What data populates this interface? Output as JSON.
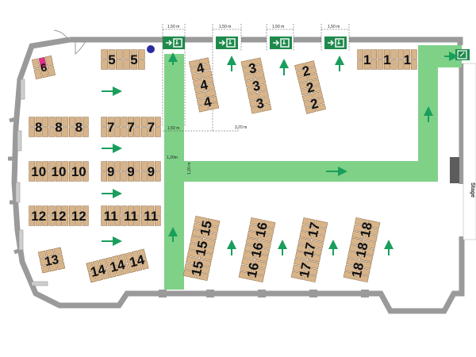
{
  "floor_plan": {
    "stage_label": "Stage",
    "dimensions": {
      "top_1": "1,50 m",
      "top_2": "1,50 m",
      "top_3": "1,50 m",
      "top_4": "1,50 m",
      "aisle_width_a": "1,50 m",
      "aisle_width_b": "1,20m",
      "aisle_width_c": "1,20 m",
      "gap": "2,70 m"
    },
    "tables": [
      {
        "id": "t1",
        "label": "1",
        "digits": [
          "1",
          "1",
          "1"
        ]
      },
      {
        "id": "t2",
        "label": "2",
        "digits": [
          "2",
          "2",
          "2"
        ]
      },
      {
        "id": "t3",
        "label": "3",
        "digits": [
          "3",
          "3",
          "3"
        ]
      },
      {
        "id": "t4",
        "label": "4",
        "digits": [
          "4",
          "4",
          "4"
        ]
      },
      {
        "id": "t5",
        "label": "5",
        "digits": [
          "5",
          "5"
        ]
      },
      {
        "id": "t6",
        "label": "6",
        "digits": [
          "6"
        ]
      },
      {
        "id": "t7",
        "label": "7",
        "digits": [
          "7",
          "7",
          "7"
        ]
      },
      {
        "id": "t8",
        "label": "8",
        "digits": [
          "8",
          "8",
          "8"
        ]
      },
      {
        "id": "t9",
        "label": "9",
        "digits": [
          "9",
          "9",
          "9"
        ]
      },
      {
        "id": "t10",
        "label": "10",
        "digits": [
          "10",
          "10",
          "10"
        ]
      },
      {
        "id": "t11",
        "label": "11",
        "digits": [
          "11",
          "11",
          "11"
        ]
      },
      {
        "id": "t12",
        "label": "12",
        "digits": [
          "12",
          "12",
          "12"
        ]
      },
      {
        "id": "t13",
        "label": "13",
        "digits": [
          "13"
        ]
      },
      {
        "id": "t14",
        "label": "14",
        "digits": [
          "14",
          "14",
          "14"
        ]
      },
      {
        "id": "t15",
        "label": "15",
        "digits": [
          "15",
          "15",
          "15"
        ]
      },
      {
        "id": "t16",
        "label": "16",
        "digits": [
          "16",
          "16",
          "16"
        ]
      },
      {
        "id": "t17",
        "label": "17",
        "digits": [
          "17",
          "17",
          "17"
        ]
      },
      {
        "id": "t18",
        "label": "18",
        "digits": [
          "18",
          "18",
          "18"
        ]
      }
    ],
    "icons": [
      "emergency-exit-sign-icon",
      "exit-arrow-icon",
      "column-marker-icon"
    ],
    "colors": {
      "aisle": "#7fd188",
      "wall": "#9a9a9a",
      "seat": "#d8b48a",
      "seat_border": "#8b6a44",
      "arrow": "#1a9e5c",
      "exit_sign": "#1f8a4c",
      "special_seat": "#e0308a",
      "column_dot": "#2a2aa0"
    }
  }
}
